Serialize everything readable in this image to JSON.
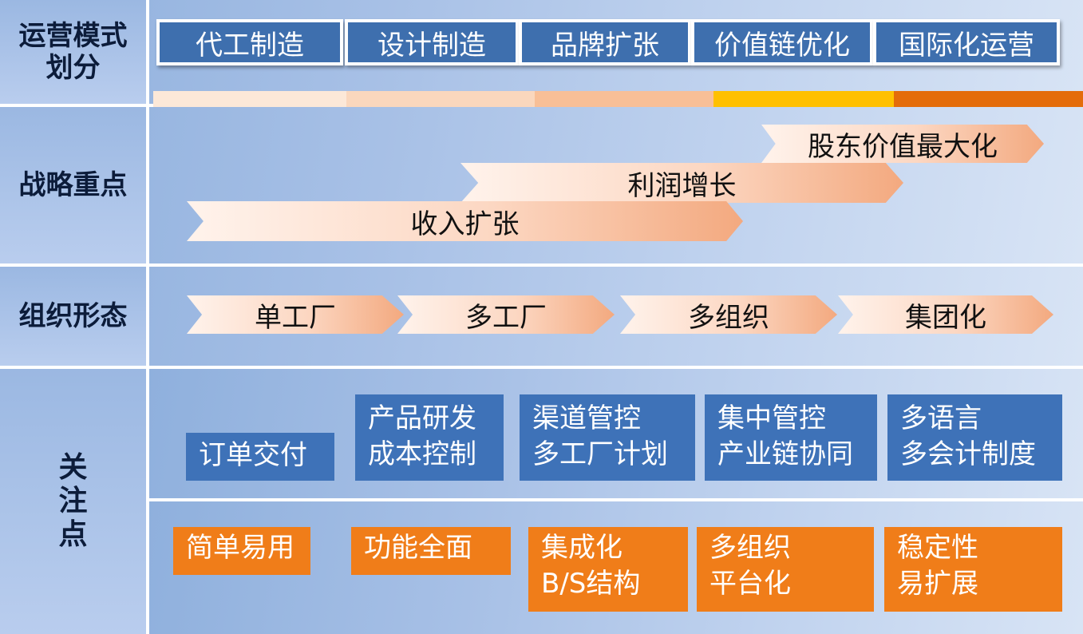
{
  "rows": {
    "mode": {
      "label": "运营模式划分"
    },
    "strategy": {
      "label": "战略重点"
    },
    "org": {
      "label": "组织形态"
    },
    "focus": {
      "label": "关注点"
    }
  },
  "mode_tabs": [
    "代工制造",
    "设计制造",
    "品牌扩张",
    "价值链优化",
    "国际化运营"
  ],
  "mode_strip_colors": [
    "#fce8d8",
    "#fad7bd",
    "#f8bf97",
    "#ffc000",
    "#e46c0a"
  ],
  "strategy_arrows": [
    "股东价值最大化",
    "利润增长",
    "收入扩张"
  ],
  "org_arrows": [
    "单工厂",
    "多工厂",
    "多组织",
    "集团化"
  ],
  "focus_blue": [
    [
      "订单交付"
    ],
    [
      "产品研发",
      "成本控制"
    ],
    [
      "渠道管控",
      "多工厂计划"
    ],
    [
      "集中管控",
      "产业链协同"
    ],
    [
      "多语言",
      "多会计制度"
    ]
  ],
  "focus_orange": [
    [
      "简单易用"
    ],
    [
      "功能全面"
    ],
    [
      "集成化",
      "B/S结构"
    ],
    [
      "多组织",
      "平台化"
    ],
    [
      "稳定性",
      "易扩展"
    ]
  ],
  "colors": {
    "tab_blue": "#3e6fae",
    "box_blue": "#3e72b8",
    "box_orange": "#f07d19"
  }
}
